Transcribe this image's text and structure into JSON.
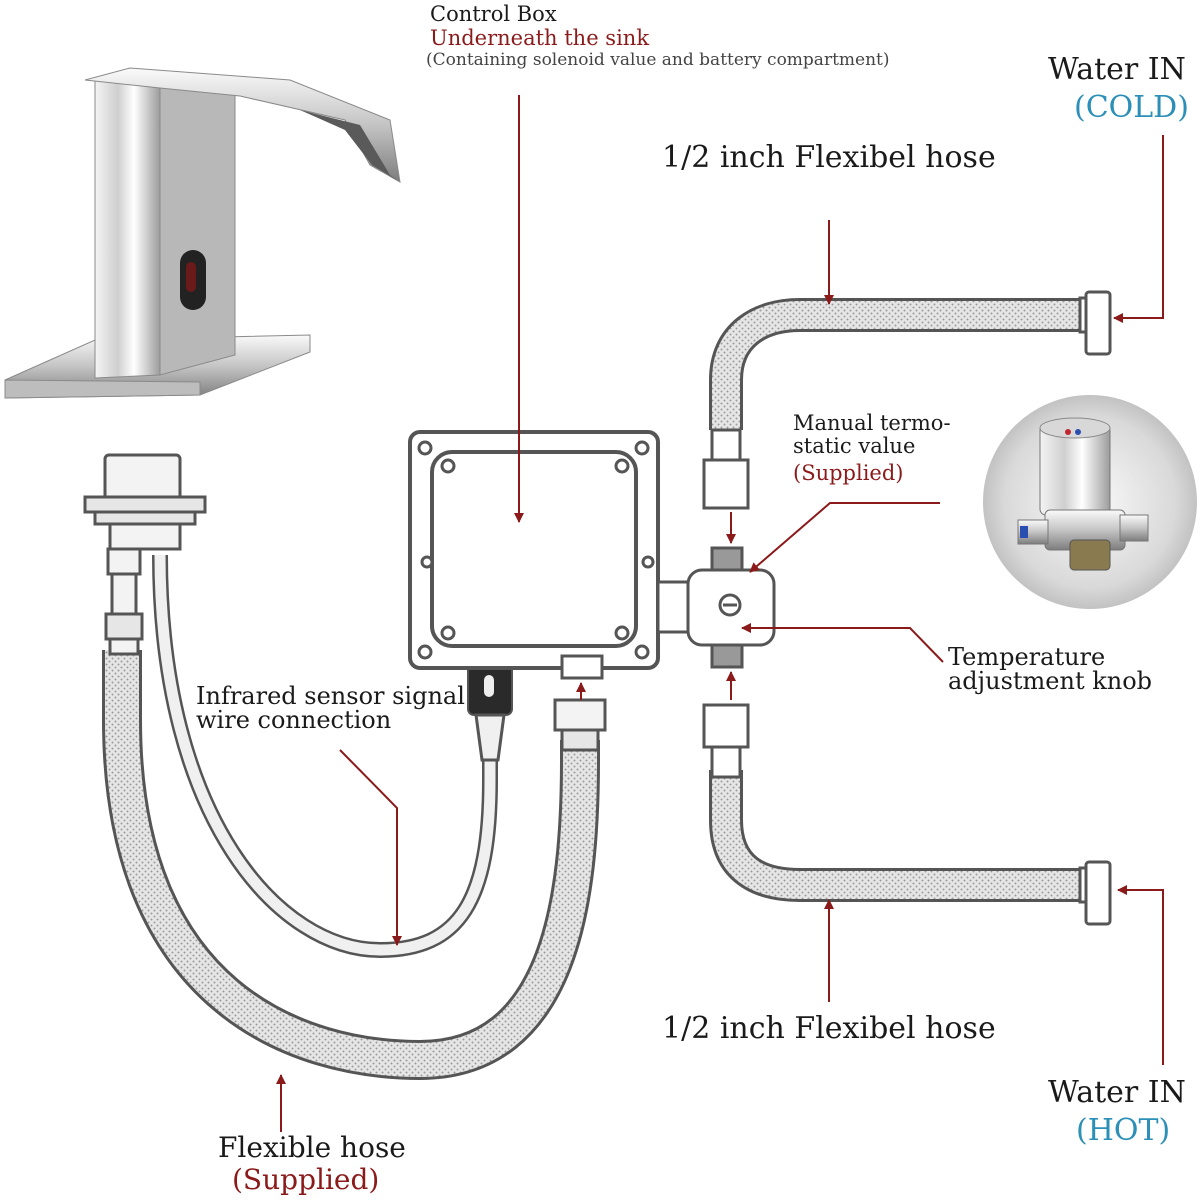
{
  "control_box": {
    "title": "Control Box",
    "subtitle": "Underneath the sink",
    "note": "(Containing solenoid value and battery compartment)"
  },
  "cold_inlet": {
    "label": "Water IN",
    "temp": "(COLD)"
  },
  "hot_inlet": {
    "label": "Water IN",
    "temp": "(HOT)"
  },
  "upper_hose": {
    "label": "1/2 inch Flexibel hose"
  },
  "lower_hose": {
    "label": "1/2 inch Flexibel hose"
  },
  "thermostatic_valve": {
    "line1": "Manual termo-",
    "line2": "static value",
    "supplied": "(Supplied)"
  },
  "temperature_knob": {
    "line1": "Temperature",
    "line2": "adjustment knob"
  },
  "sensor_wire": {
    "line1": "Infrared sensor signal",
    "line2": "wire connection"
  },
  "flexible_hose": {
    "label": "Flexible hose",
    "supplied": "(Supplied)"
  },
  "colors": {
    "arrow": "#8b1a1a",
    "cold": "#2b8fb8",
    "line": "#555555"
  }
}
